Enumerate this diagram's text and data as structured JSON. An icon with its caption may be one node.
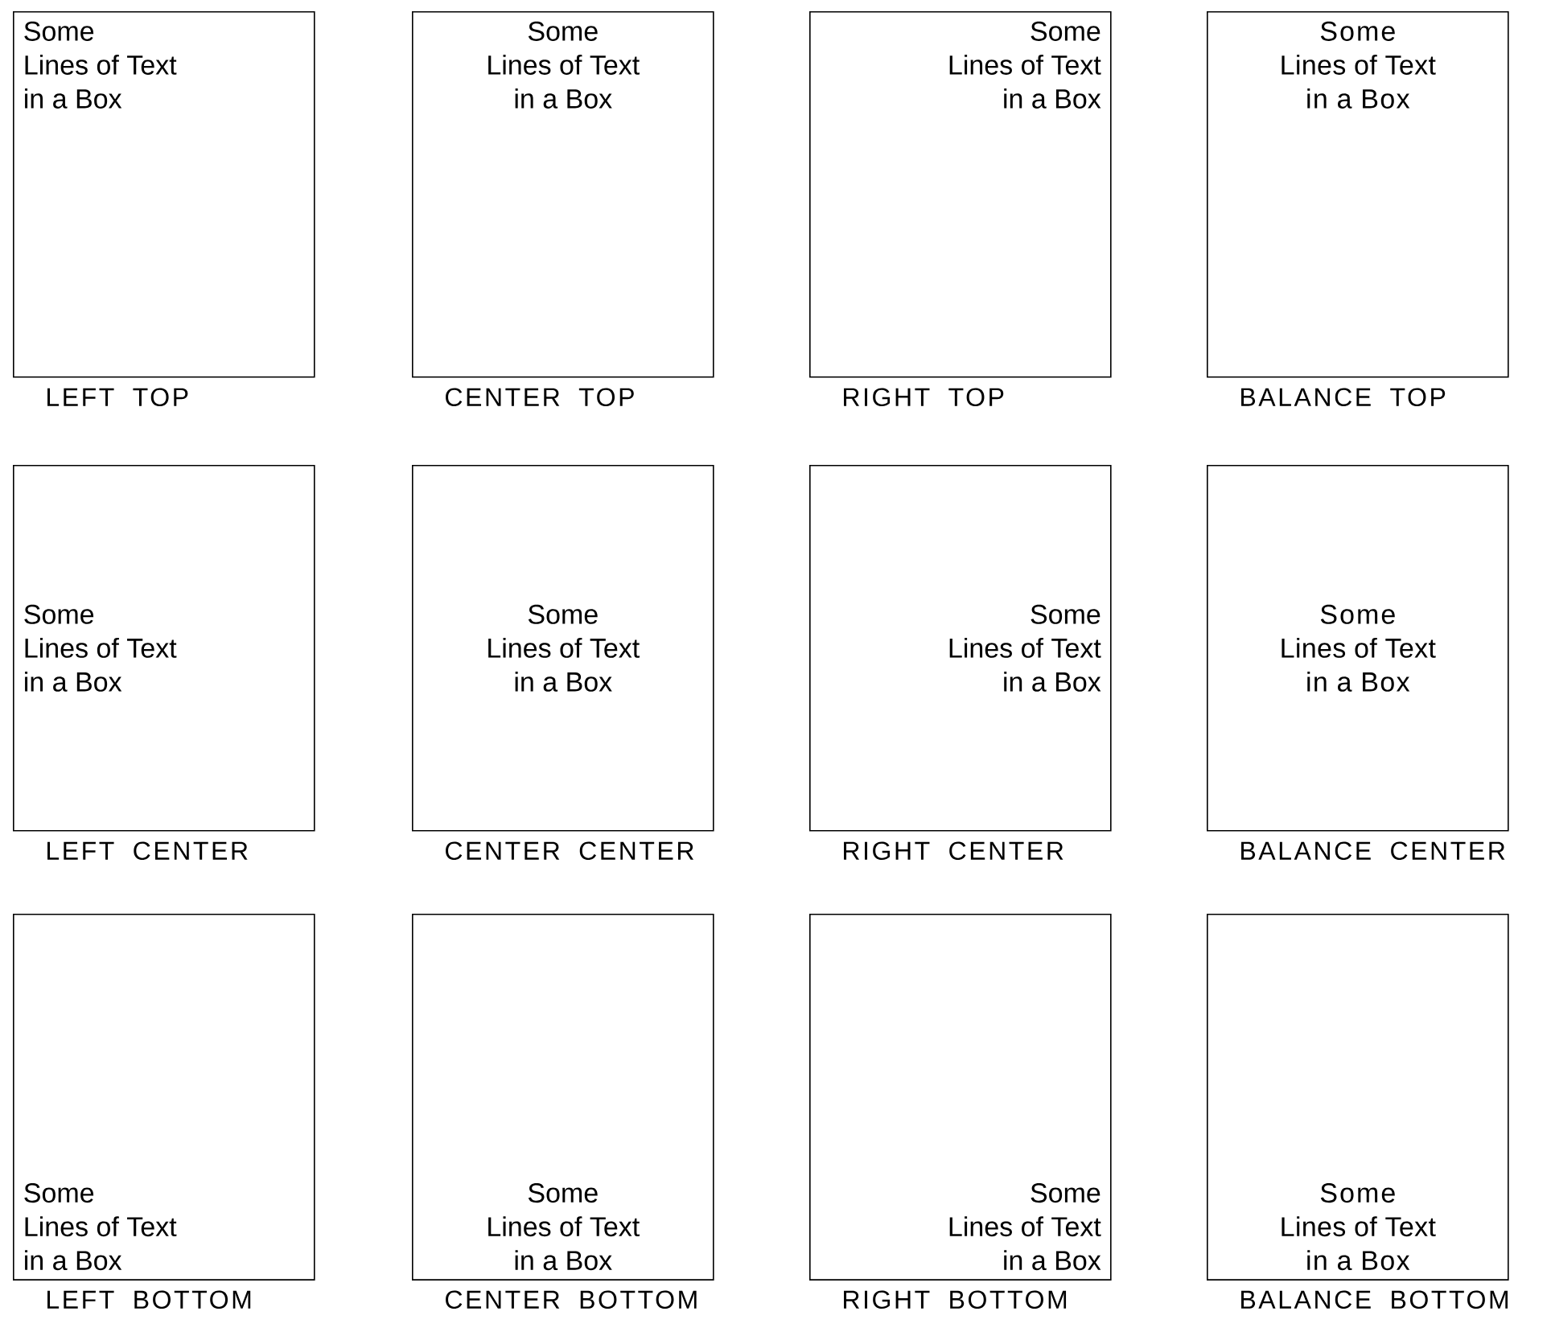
{
  "diagram": {
    "nodes": [
      {
        "text": [
          "Some",
          "Lines of Text",
          "in a Box"
        ],
        "beside": [
          "LEFT TOP"
        ]
      },
      {
        "text": [
          "Some",
          "Lines of Text",
          "in a Box"
        ],
        "beside": [
          "CENTER TOP"
        ]
      },
      {
        "text": [
          "Some",
          "Lines of Text",
          "in a Box"
        ],
        "beside": [
          "RIGHT TOP"
        ]
      },
      {
        "text": [
          "Some",
          "Lines of Text",
          "in a Box"
        ],
        "beside": [
          "BALANCE TOP"
        ]
      },
      {
        "text": [
          "Some",
          "Lines of Text",
          "in a Box"
        ],
        "beside": [
          "LEFT CENTER"
        ]
      },
      {
        "text": [
          "Some",
          "Lines of Text",
          "in a Box"
        ],
        "beside": [
          "CENTER CENTER"
        ]
      },
      {
        "text": [
          "Some",
          "Lines of Text",
          "in a Box"
        ],
        "beside": [
          "RIGHT CENTER"
        ]
      },
      {
        "text": [
          "Some",
          "Lines of Text",
          "in a Box"
        ],
        "beside": [
          "BALANCE CENTER"
        ]
      },
      {
        "text": [
          "Some",
          "Lines of Text",
          "in a Box"
        ],
        "beside": [
          "LEFT BOTTOM"
        ]
      },
      {
        "text": [
          "Some",
          "Lines of Text",
          "in a Box"
        ],
        "beside": [
          "CENTER BOTTOM"
        ]
      },
      {
        "text": [
          "Some",
          "Lines of Text",
          "in a Box"
        ],
        "beside": [
          "RIGHT BOTTOM"
        ]
      },
      {
        "text": [
          "Some",
          "Lines of Text",
          "in a Box"
        ],
        "beside": [
          "BALANCE BOTTOM"
        ]
      }
    ]
  }
}
